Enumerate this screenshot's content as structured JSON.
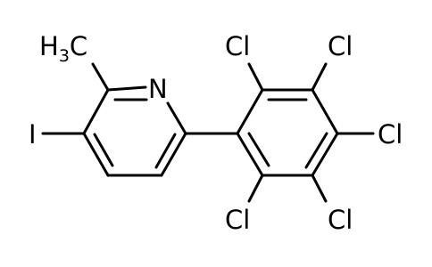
{
  "molecule": {
    "atoms": {
      "methyl": "H3C",
      "methyl_main": "H",
      "methyl_sub": "3",
      "methyl_tail": "C",
      "nitrogen": "N",
      "iodine": "I",
      "cl_2": "Cl",
      "cl_3": "Cl",
      "cl_4": "Cl",
      "cl_5": "Cl",
      "cl_6": "Cl"
    },
    "colors": {
      "bond": "#000000",
      "label": "#000000",
      "background": "#ffffff"
    }
  }
}
